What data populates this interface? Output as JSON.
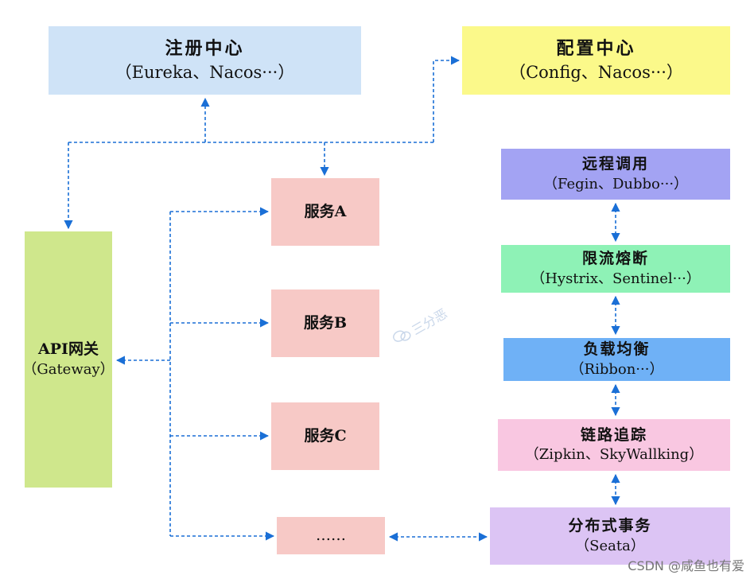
{
  "registry": {
    "title": "注册中心",
    "subtitle": "（Eureka、Nacos···）"
  },
  "config_center": {
    "title": "配置中心",
    "subtitle": "（Config、Nacos···）"
  },
  "gateway": {
    "title": "API网关",
    "subtitle": "（Gateway）"
  },
  "services": {
    "a": "服务A",
    "b": "服务B",
    "c": "服务C",
    "more": "……"
  },
  "rpc": {
    "title": "远程调用",
    "subtitle": "（Fegin、Dubbo···）"
  },
  "rate_limit": {
    "title": "限流熔断",
    "subtitle": "（Hystrix、Sentinel···）"
  },
  "load_balance": {
    "title": "负载均衡",
    "subtitle": "（Ribbon···）"
  },
  "tracing": {
    "title": "链路追踪",
    "subtitle": "（Zipkin、SkyWallking）"
  },
  "transaction": {
    "title": "分布式事务",
    "subtitle": "（Seata）"
  },
  "watermark": {
    "text": "三分恶",
    "icon": "wechat-icon"
  },
  "footer": {
    "credit": "CSDN @咸鱼也有爱"
  },
  "colors": {
    "arrow": "#1a6fd6",
    "registry": "#cfe3f7",
    "config": "#fbf98a",
    "gateway": "#cfe78c",
    "service": "#f7c9c6",
    "rpc": "#a3a3f3",
    "rate_limit": "#8ef2b6",
    "load_balance": "#6fb1f6",
    "tracing": "#f9c7e1",
    "transaction": "#dcc4f4"
  }
}
